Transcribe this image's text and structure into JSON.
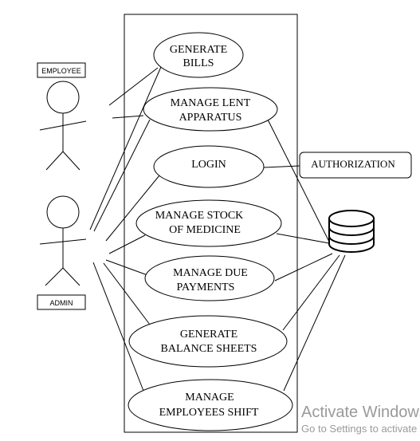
{
  "actors": {
    "employee": {
      "label": "EMPLOYEE"
    },
    "admin": {
      "label": "ADMIN"
    }
  },
  "use_cases": {
    "generate_bills": [
      "GENERATE",
      "BILLS"
    ],
    "manage_lent_apparatus": [
      "MANAGE LENT",
      "APPARATUS"
    ],
    "login": [
      "LOGIN"
    ],
    "manage_stock": [
      "MANAGE STOCK",
      "OF MEDICINE"
    ],
    "manage_due_payments": [
      "MANAGE DUE",
      "PAYMENTS"
    ],
    "generate_balance_sheets": [
      "GENERATE",
      "BALANCE SHEETS"
    ],
    "manage_employees_shift": [
      "MANAGE",
      "EMPLOYEES SHIFT"
    ]
  },
  "external": {
    "authorization": "AUTHORIZATION"
  },
  "watermark": {
    "line1": "Activate Windows",
    "line2": "Go to Settings to activate Windows."
  }
}
